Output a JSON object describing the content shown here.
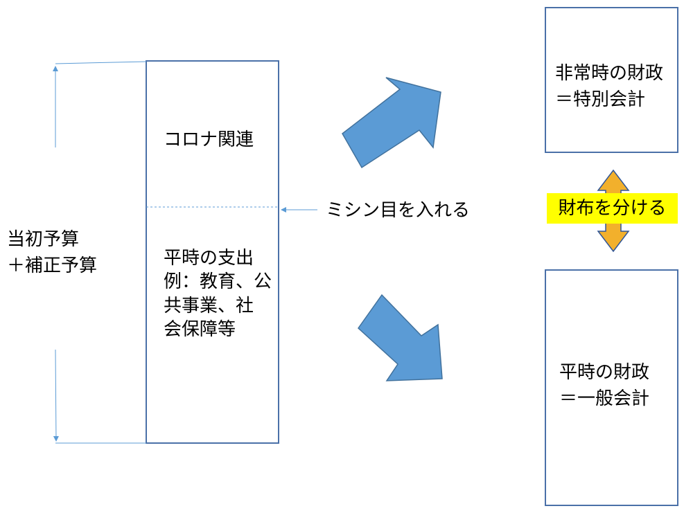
{
  "left_label": {
    "line1": "当初予算",
    "line2": "＋補正予算"
  },
  "budget_column": {
    "upper": "コロナ関連",
    "lower": {
      "line1": "平時の支出",
      "line2": "例：教育、公",
      "line3": "共事業、社",
      "line4": "会保障等"
    }
  },
  "perforation_note": "ミシン目を入れる",
  "wallet_note": "財布を分ける",
  "emergency_box": {
    "line1": "非常時の財政",
    "line2": "＝特別会計"
  },
  "general_box": {
    "line1": "平時の財政",
    "line2": "＝一般会計"
  },
  "colors": {
    "box_border": "#4a70a8",
    "thin_line": "#5b9bd5",
    "big_arrow_fill": "#5b9bd5",
    "big_arrow_border": "#41719c",
    "double_arrow_fill": "#f2b02c",
    "double_arrow_border": "#2f5597",
    "highlight": "#ffff00"
  }
}
